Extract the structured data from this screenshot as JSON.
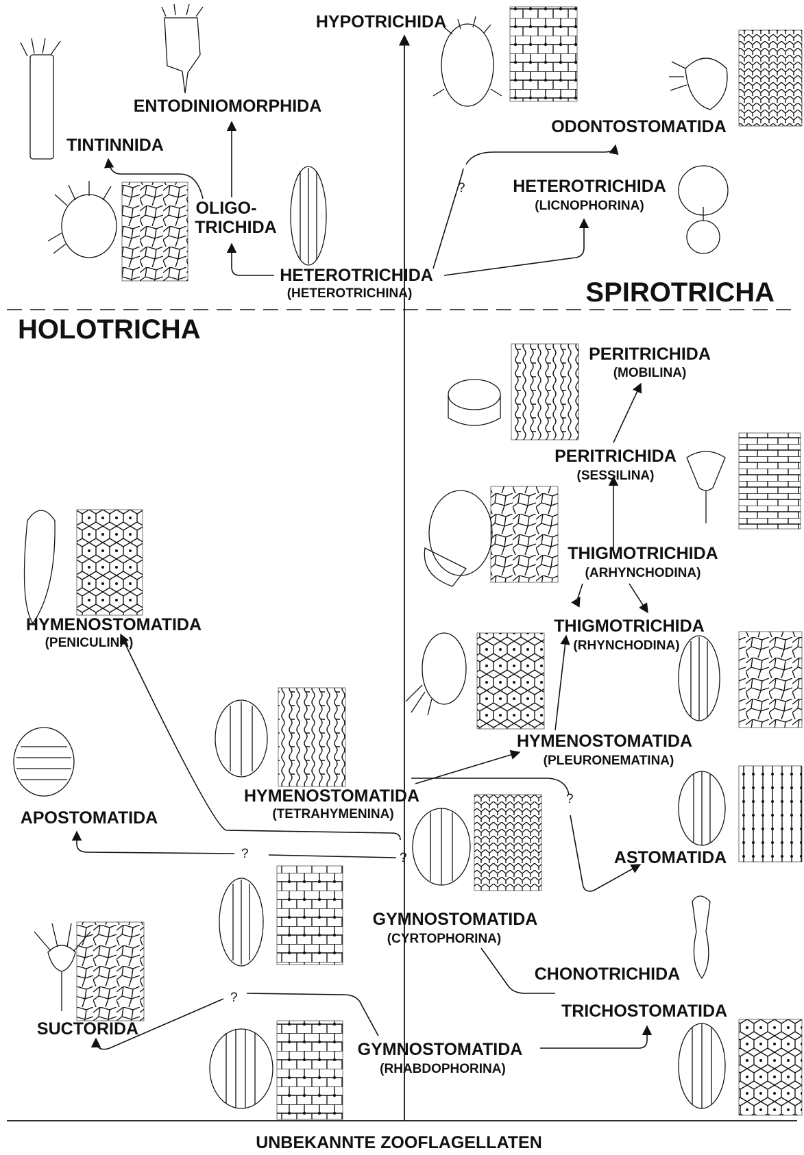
{
  "groups": {
    "holotricha": "HOLOTRICHA",
    "spirotricha": "SPIROTRICHA"
  },
  "root": "UNBEKANNTE ZOOFLAGELLATEN",
  "question_mark": "?",
  "taxa": {
    "hypotrichida": {
      "name": "HYPOTRICHIDA"
    },
    "entodiniomorphida": {
      "name": "ENTODINIOMORPHIDA"
    },
    "tintinnida": {
      "name": "TINTINNIDA"
    },
    "oligotrichida": {
      "name": "OLIGO-",
      "name2": "TRICHIDA"
    },
    "heterotrichida_heterotrichina": {
      "name": "HETEROTRICHIDA",
      "sub": "(HETEROTRICHINA)"
    },
    "odontostomatida": {
      "name": "ODONTOSTOMATIDA"
    },
    "heterotrichida_licnophorina": {
      "name": "HETEROTRICHIDA",
      "sub": "(LICNOPHORINA)"
    },
    "peritrichida_mobilina": {
      "name": "PERITRICHIDA",
      "sub": "(MOBILINA)"
    },
    "peritrichida_sessilina": {
      "name": "PERITRICHIDA",
      "sub": "(SESSILINA)"
    },
    "thigmotrichida_arhynchodina": {
      "name": "THIGMOTRICHIDA",
      "sub": "(ARHYNCHODINA)"
    },
    "thigmotrichida_rhynchodina": {
      "name": "THIGMOTRICHIDA",
      "sub": "(RHYNCHODINA)"
    },
    "hymenostomatida_peniculina": {
      "name": "HYMENOSTOMATIDA",
      "sub": "(PENICULINA)"
    },
    "hymenostomatida_pleuronematina": {
      "name": "HYMENOSTOMATIDA",
      "sub": "(PLEURONEMATINA)"
    },
    "hymenostomatida_tetrahymenina": {
      "name": "HYMENOSTOMATIDA",
      "sub": "(TETRAHYMENINA)"
    },
    "apostomatida": {
      "name": "APOSTOMATIDA"
    },
    "astomatida": {
      "name": "ASTOMATIDA"
    },
    "gymnostomatida_cyrtophorina": {
      "name": "GYMNOSTOMATIDA",
      "sub": "(CYRTOPHORINA)"
    },
    "chonotrichida": {
      "name": "CHONOTRICHIDA"
    },
    "trichostomatida": {
      "name": "TRICHOSTOMATIDA"
    },
    "suctorida": {
      "name": "SUCTORIDA"
    },
    "gymnostomatida_rhabdophorina": {
      "name": "GYMNOSTOMATIDA",
      "sub": "(RHABDOPHORINA)"
    }
  }
}
